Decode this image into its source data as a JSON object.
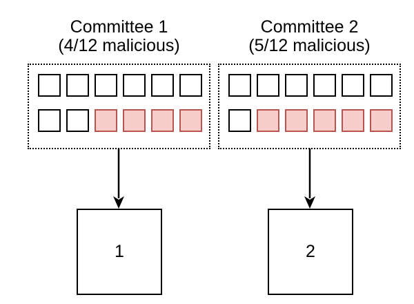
{
  "colors": {
    "background": "#ffffff",
    "line": "#000000",
    "text": "#000000",
    "honest_fill": "#ffffff",
    "honest_border": "#000000",
    "malicious_fill": "#f8cecc",
    "malicious_border": "#b85450"
  },
  "committees": [
    {
      "title": "Committee 1",
      "subtitle": "(4/12 malicious)",
      "members": [
        [
          "honest",
          "honest",
          "honest",
          "honest",
          "honest",
          "honest"
        ],
        [
          "honest",
          "honest",
          "malicious",
          "malicious",
          "malicious",
          "malicious"
        ]
      ],
      "target_label": "1"
    },
    {
      "title": "Committee 2",
      "subtitle": "(5/12 malicious)",
      "members": [
        [
          "honest",
          "honest",
          "honest",
          "honest",
          "honest",
          "honest"
        ],
        [
          "honest",
          "malicious",
          "malicious",
          "malicious",
          "malicious",
          "malicious"
        ]
      ],
      "target_label": "2"
    }
  ]
}
